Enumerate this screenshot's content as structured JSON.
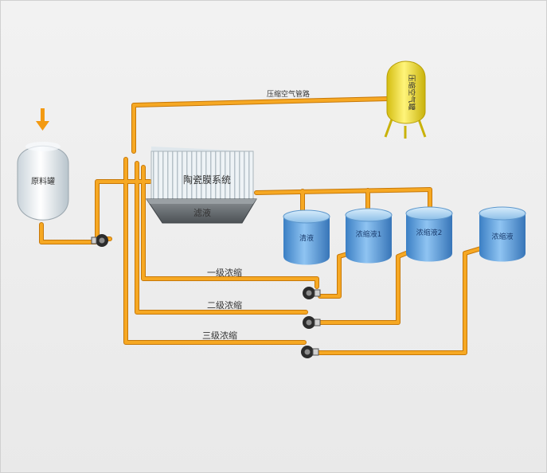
{
  "diagram": {
    "labels": {
      "raw_water_tank": "原料罐",
      "compressed_air_line": "压缩空气管路",
      "air_tank": "压缩空气罐",
      "membrane_unit": "陶瓷膜系统",
      "tray": "滤液",
      "stage1": "一级浓缩",
      "stage2": "二级浓缩",
      "stage3": "三级浓缩",
      "tank1": "清液",
      "tank2": "浓缩液1",
      "tank3": "浓缩液2",
      "tank4": "浓缩液"
    },
    "colors": {
      "pipe": "#f4a01e",
      "pipe_dark": "#cf7d0a",
      "air_tank": "#f6e23a",
      "tank_water": "#4a8fd0",
      "tank_top": "#9cc8f0"
    },
    "icons": {
      "inlet_arrow": "arrow-down-icon",
      "pump": "pump-icon"
    }
  }
}
